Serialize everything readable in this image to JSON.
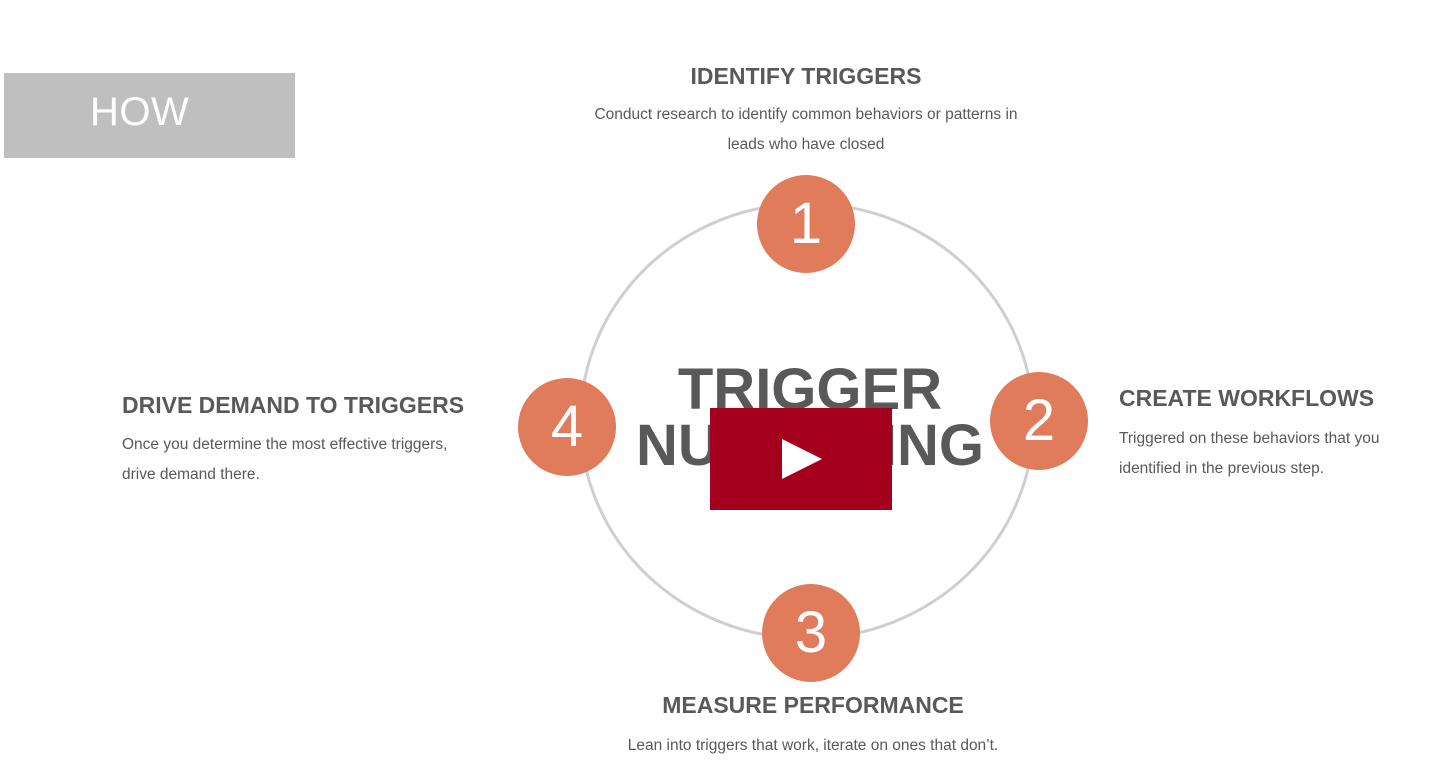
{
  "header": {
    "label": "HOW"
  },
  "center": {
    "line1": "TRIGGER",
    "line2": "NURTURING"
  },
  "steps": [
    {
      "number": "1",
      "title": "IDENTIFY TRIGGERS",
      "desc_line1": "Conduct research to identify common behaviors or patterns in",
      "desc_line2": "leads who have closed"
    },
    {
      "number": "2",
      "title": "CREATE WORKFLOWS",
      "desc_line1": "Triggered on these behaviors that you",
      "desc_line2": "identified in the previous step."
    },
    {
      "number": "3",
      "title": "MEASURE PERFORMANCE",
      "desc_line1": "Lean into triggers that work, iterate on ones that don’t."
    },
    {
      "number": "4",
      "title": "DRIVE DEMAND TO TRIGGERS",
      "desc_line1": "Once you determine the most effective triggers,",
      "desc_line2": "drive demand there."
    }
  ],
  "video": {
    "play_icon": "play-icon"
  },
  "colors": {
    "accent": "#e07c5c",
    "play_button": "#a4001d",
    "header_box": "#bfbfbf",
    "text": "#595959",
    "ring": "#cfcfcf"
  }
}
